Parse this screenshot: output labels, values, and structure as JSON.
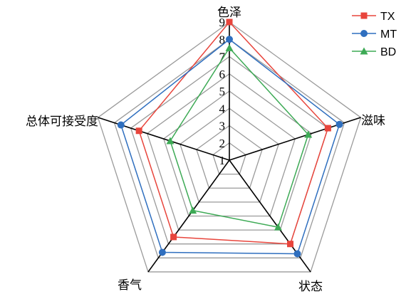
{
  "chart_data": {
    "type": "radar",
    "axes": [
      "色泽",
      "滋味",
      "状态",
      "香气",
      "总体可接受度"
    ],
    "range": [
      1,
      9
    ],
    "ticks": [
      "1",
      "2",
      "3",
      "4",
      "5",
      "6",
      "7",
      "8",
      "9"
    ],
    "series": [
      {
        "name": "TX",
        "values": [
          9.0,
          7.0,
          7.0,
          6.5,
          6.5
        ],
        "color": "#e8453c",
        "marker": "square"
      },
      {
        "name": "MT",
        "values": [
          8.0,
          7.7,
          7.7,
          7.6,
          7.6
        ],
        "color": "#2f6fbf",
        "marker": "circle"
      },
      {
        "name": "BD",
        "values": [
          7.5,
          5.8,
          5.8,
          4.6,
          4.6
        ],
        "color": "#3daa55",
        "marker": "triangle"
      }
    ],
    "legend_position": "top-right",
    "grid": true
  }
}
